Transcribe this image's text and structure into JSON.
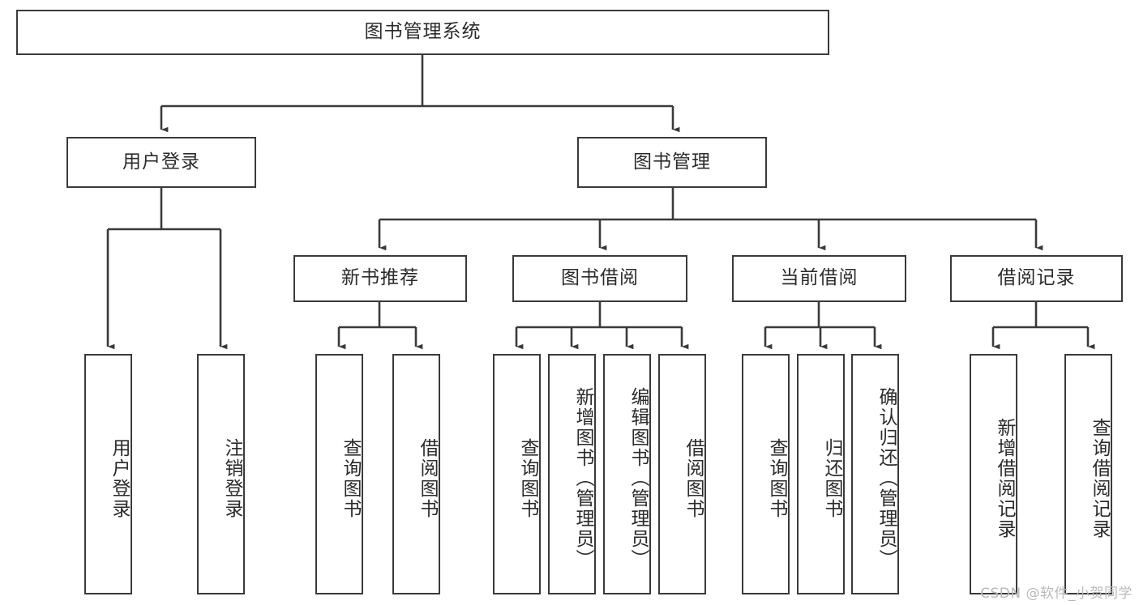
{
  "diagram": {
    "type": "hierarchy-tree",
    "title": "图书管理系统",
    "watermark": "CSDN @软件_小贺同学",
    "colors": {
      "box_border": "#3a3a3a",
      "box_fill": "#ffffff",
      "edge": "#3a3a3a",
      "text": "#2b2b2b",
      "watermark": "#b9b9b9"
    },
    "nodes": {
      "root": {
        "label": "图书管理系统"
      },
      "level2": [
        {
          "label": "用户登录"
        },
        {
          "label": "图书管理"
        }
      ],
      "level3": [
        {
          "label": "新书推荐"
        },
        {
          "label": "图书借阅"
        },
        {
          "label": "当前借阅"
        },
        {
          "label": "借阅记录"
        }
      ],
      "leaves": {
        "user_login": [
          {
            "label": "用户登录"
          },
          {
            "label": "注销登录"
          }
        ],
        "new_book_recommend": [
          {
            "label": "查询图书"
          },
          {
            "label": "借阅图书"
          }
        ],
        "book_borrow": [
          {
            "label": "查询图书"
          },
          {
            "label": "新增图书（管理员）"
          },
          {
            "label": "编辑图书（管理员）"
          },
          {
            "label": "借阅图书"
          }
        ],
        "current_borrow": [
          {
            "label": "查询图书"
          },
          {
            "label": "归还图书"
          },
          {
            "label": "确认归还（管理员）"
          }
        ],
        "borrow_record": [
          {
            "label": "新增借阅记录"
          },
          {
            "label": "查询借阅记录"
          }
        ]
      }
    }
  }
}
